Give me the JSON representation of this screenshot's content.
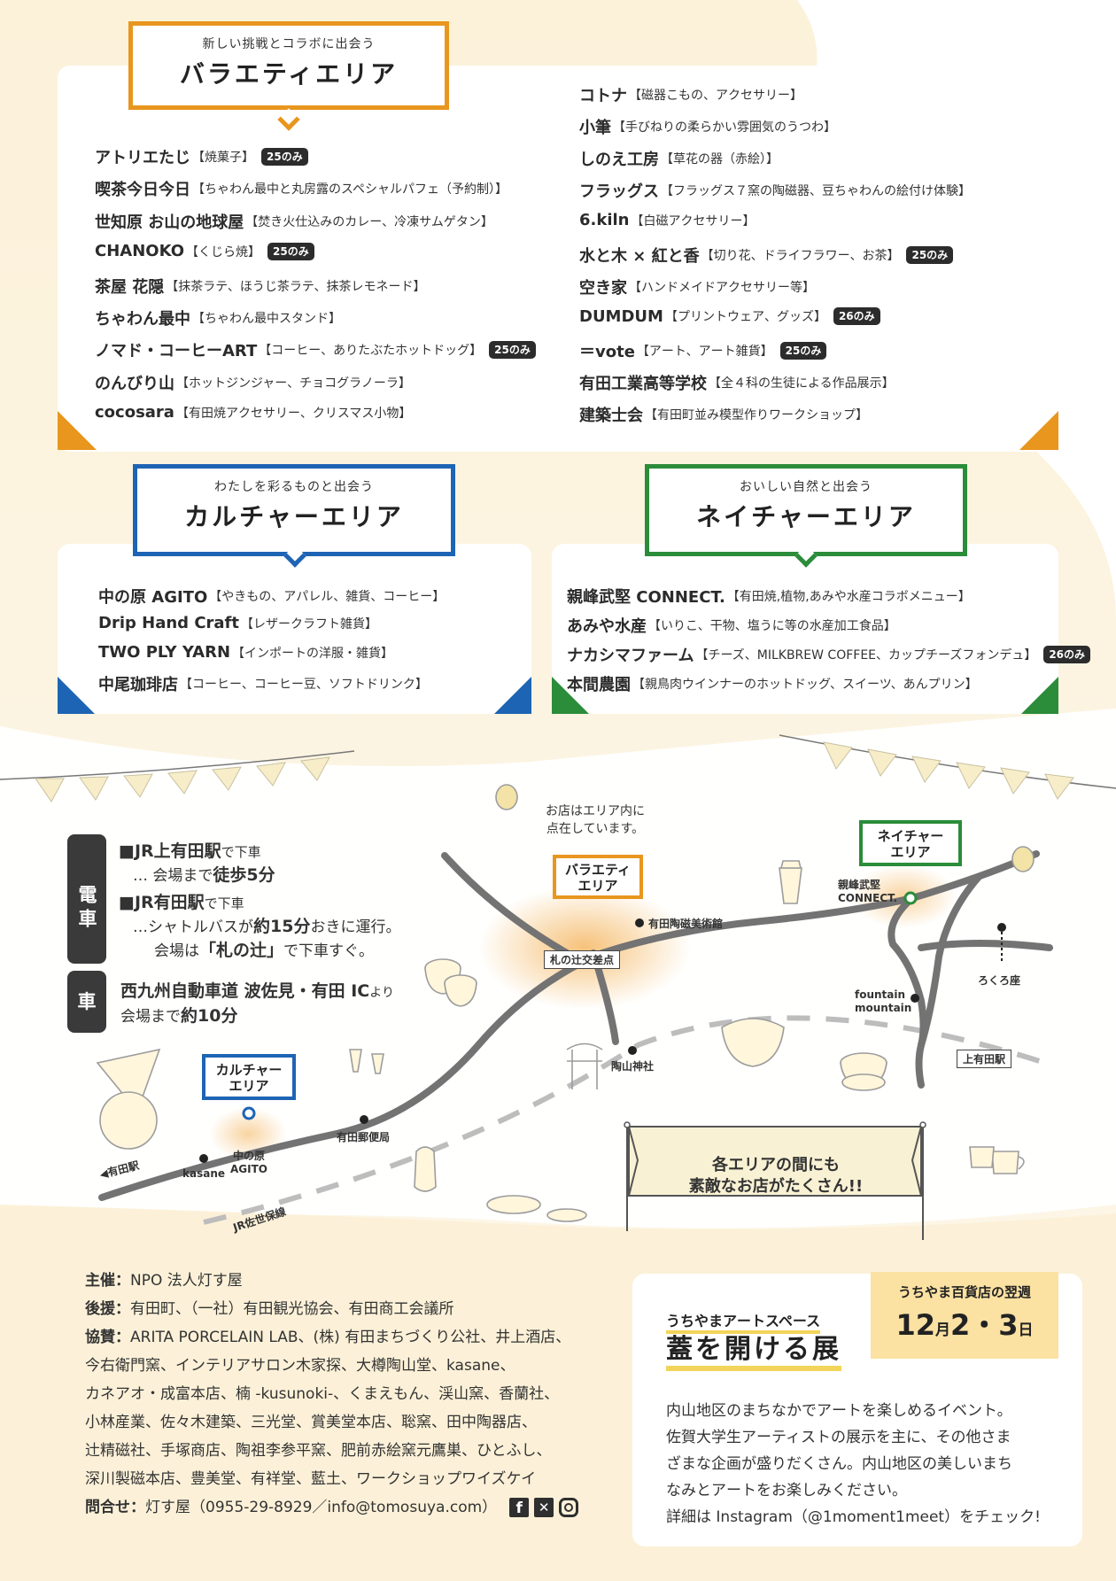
{
  "variety": {
    "subtitle": "新しい挑戦とコラボに出会う",
    "title": "バラエティエリア",
    "color": "#e8961e",
    "left": [
      {
        "name": "アトリエたじ",
        "desc": "【焼菓子】",
        "badge": "25のみ"
      },
      {
        "name": "喫茶今日今日",
        "desc": "【ちゃわん最中と丸房露のスペシャルパフェ（予約制）】",
        "badge": ""
      },
      {
        "name": "世知原 お山の地球屋",
        "desc": "【焚き火仕込みのカレー、冷凍サムゲタン】",
        "badge": ""
      },
      {
        "name": "CHANOKO",
        "desc": "【くじら焼】",
        "badge": "25のみ"
      },
      {
        "name": "茶屋 花隠",
        "desc": "【抹茶ラテ、ほうじ茶ラテ、抹茶レモネード】",
        "badge": ""
      },
      {
        "name": "ちゃわん最中",
        "desc": "【ちゃわん最中スタンド】",
        "badge": ""
      },
      {
        "name": "ノマド・コーヒーART",
        "desc": "【コーヒー、ありたぶたホットドッグ】",
        "badge": "25のみ"
      },
      {
        "name": "のんびり山",
        "desc": "【ホットジンジャー、チョコグラノーラ】",
        "badge": ""
      },
      {
        "name": "cocosara",
        "desc": "【有田焼アクセサリー、クリスマス小物】",
        "badge": ""
      }
    ],
    "right": [
      {
        "name": "コトナ",
        "desc": "【磁器こもの、アクセサリー】",
        "badge": ""
      },
      {
        "name": "小筆",
        "desc": "【手びねりの柔らかい雰囲気のうつわ】",
        "badge": ""
      },
      {
        "name": "しのえ工房",
        "desc": "【草花の器（赤絵）】",
        "badge": ""
      },
      {
        "name": "フラッグス",
        "desc": "【フラッグス７窯の陶磁器、豆ちゃわんの絵付け体験】",
        "badge": ""
      },
      {
        "name": "6.kiln",
        "desc": "【白磁アクセサリー】",
        "badge": ""
      },
      {
        "name": "水と木 × 紅と香",
        "desc": "【切り花、ドライフラワー、お茶】",
        "badge": "25のみ"
      },
      {
        "name": "空き家",
        "desc": "【ハンドメイドアクセサリー等】",
        "badge": ""
      },
      {
        "name": "DUMDUM",
        "desc": "【プリントウェア、グッズ】",
        "badge": "26のみ"
      },
      {
        "name": "＝vote",
        "desc": "【アート、アート雑貨】",
        "badge": "25のみ"
      },
      {
        "name": "有田工業高等学校",
        "desc": "【全４科の生徒による作品展示】",
        "badge": ""
      },
      {
        "name": "建築士会",
        "desc": "【有田町並み模型作りワークショップ】",
        "badge": ""
      }
    ]
  },
  "culture": {
    "subtitle": "わたしを彩るものと出会う",
    "title": "カルチャーエリア",
    "color": "#1e64b4",
    "items": [
      {
        "name": "中の原 AGITO",
        "desc": "【やきもの、アパレル、雑貨、コーヒー】",
        "badge": ""
      },
      {
        "name": "Drip Hand Craft",
        "desc": "【レザークラフト雑貨】",
        "badge": ""
      },
      {
        "name": "TWO PLY YARN",
        "desc": "【インポートの洋服・雑貨】",
        "badge": ""
      },
      {
        "name": "中尾珈琲店",
        "desc": "【コーヒー、コーヒー豆、ソフトドリンク】",
        "badge": ""
      }
    ]
  },
  "nature": {
    "subtitle": "おいしい自然と出会う",
    "title": "ネイチャーエリア",
    "color": "#2b8c3a",
    "items": [
      {
        "name": "親峰武堅 CONNECT.",
        "desc": "【有田焼,植物,あみや水産コラボメニュー】",
        "badge": ""
      },
      {
        "name": "あみや水産",
        "desc": "【いりこ、干物、塩うに等の水産加工食品】",
        "badge": ""
      },
      {
        "name": "ナカシマファーム",
        "desc": "【チーズ、MILKBREW COFFEE、カップチーズフォンデュ】",
        "badge": "26のみ"
      },
      {
        "name": "本間農園",
        "desc": "【親鳥肉ウインナーのホットドッグ、スイーツ、あんプリン】",
        "badge": ""
      }
    ]
  },
  "access": {
    "train_label": "電車",
    "car_label": "車",
    "line1": "■JR上有田駅",
    "line1_suffix": "で下車",
    "line2_pre": "… 会場まで",
    "line2_bold": "徒歩5分",
    "line3": "■JR有田駅",
    "line3_suffix": "で下車",
    "line4_pre": "…シャトルバスが",
    "line4_bold": "約15分",
    "line4_post": "おきに運行。",
    "line5_pre": "会場は",
    "line5_bold": "「札の辻」",
    "line5_post": "で下車すぐ。",
    "car1": "西九州自動車道 波佐見・有田 IC",
    "car1_suffix": "より",
    "car2_pre": "会場まで",
    "car2_bold": "約10分"
  },
  "map": {
    "note1": "お店はエリア内に",
    "note2": "点在しています。",
    "variety_label1": "バラエティ",
    "variety_label2": "エリア",
    "nature_label1": "ネイチャー",
    "nature_label2": "エリア",
    "culture_label1": "カルチャー",
    "culture_label2": "エリア",
    "museum": "有田陶磁美術館",
    "crossing": "札の辻交差点",
    "connect1": "親峰武堅",
    "connect2": "CONNECT.",
    "rokuroza": "ろくろ座",
    "fountain1": "fountain",
    "fountain2": "mountain",
    "kamiarita": "上有田駅",
    "shrine": "陶山神社",
    "post": "有田郵便局",
    "agito1": "中の原",
    "agito2": "AGITO",
    "kasane": "kasane",
    "arita_st": "◀有田駅",
    "jr_line": "JR佐世保線",
    "banner1": "各エリアの間にも",
    "banner2": "素敵なお店がたくさん!!"
  },
  "credits": {
    "host_label": "主催：",
    "host": "NPO 法人灯す屋",
    "support_label": "後援：",
    "support": "有田町、（一社）有田観光協会、有田商工会議所",
    "sponsor_label": "協賛：",
    "sponsor_lines": [
      "ARITA PORCELAIN LAB、(株) 有田まちづくり公社、井上酒店、",
      "今右衛門窯、インテリアサロン木家探、大樽陶山堂、kasane、",
      "カネアオ・成富本店、楠 -kusunoki-、くまえもん、渓山窯、香蘭社、",
      "小林産業、佐々木建築、三光堂、賞美堂本店、聡窯、田中陶器店、",
      "辻精磁社、手塚商店、陶祖李参平窯、肥前赤絵窯元鷹巣、ひとふし、",
      "深川製磁本店、豊美堂、有祥堂、藍土、ワークショップワイズケイ"
    ],
    "contact_label": "問合せ：",
    "contact": "灯す屋（0955-29-8929／info@tomosuya.com）"
  },
  "event": {
    "space": "うちやまアートスペース",
    "title": "蓋を開ける展",
    "week_label": "うちやま百貨店の翌週",
    "date_month": "12",
    "month_unit": "月",
    "date_days": "2・3",
    "day_unit": "日",
    "desc": [
      "内山地区のまちなかでアートを楽しめるイベント。",
      "佐賀大学生アーティストの展示を主に、その他さま",
      "ざまな企画が盛りだくさん。内山地区の美しいまち",
      "なみとアートをお楽しみください。",
      "詳細は Instagram（@1moment1meet）をチェック!"
    ]
  }
}
